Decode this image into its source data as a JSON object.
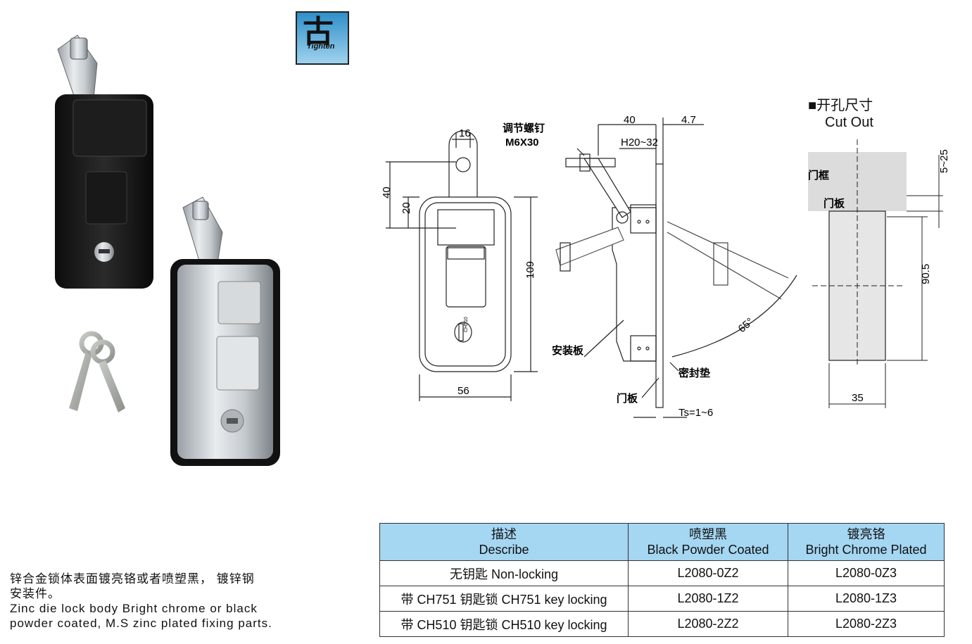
{
  "logo": {
    "glyph": "古",
    "word": "Tighten"
  },
  "description": {
    "zh_line1": "锌合金锁体表面镀亮铬或者喷塑黑，  镀锌钢",
    "zh_line2": "安装件。",
    "en_line1": "Zinc die lock body Bright chrome or black",
    "en_line2": "powder coated, M.S zinc plated fixing parts."
  },
  "table": {
    "headers": [
      {
        "zh": "描述",
        "en": "Describe"
      },
      {
        "zh": "喷塑黑",
        "en": "Black Powder Coated"
      },
      {
        "zh": "镀亮铬",
        "en": "Bright Chrome Plated"
      }
    ],
    "rows": [
      {
        "desc": "无钥匙 Non-locking",
        "black": "L2080-0Z2",
        "chrome": "L2080-0Z3"
      },
      {
        "desc": "带 CH751 钥匙锁  CH751 key locking",
        "black": "L2080-1Z2",
        "chrome": "L2080-1Z3"
      },
      {
        "desc": "带 CH510 钥匙锁  CH510 key locking",
        "black": "L2080-2Z2",
        "chrome": "L2080-2Z3"
      }
    ]
  },
  "front_view": {
    "dim_top_width": "16",
    "dim_height_40": "40",
    "dim_height_20": "20",
    "dim_height_109": "109",
    "dim_width_56": "56",
    "key_label": "CH510"
  },
  "side_view": {
    "screw_label": "调节螺钉",
    "screw_spec": "M6X30",
    "dim_40": "40",
    "dim_4_7": "4.7",
    "dim_h": "H20~32",
    "mount_plate": "安装板",
    "seal": "密封垫",
    "door_panel": "门板",
    "thickness": "Ts=1~6",
    "angle": "65°"
  },
  "cutout": {
    "title_zh": "■开孔尺寸",
    "title_en": "Cut Out",
    "door_frame": "门框",
    "door_panel": "门板",
    "dim_5_25": "5~25",
    "dim_90_5": "90.5",
    "dim_35": "35"
  }
}
